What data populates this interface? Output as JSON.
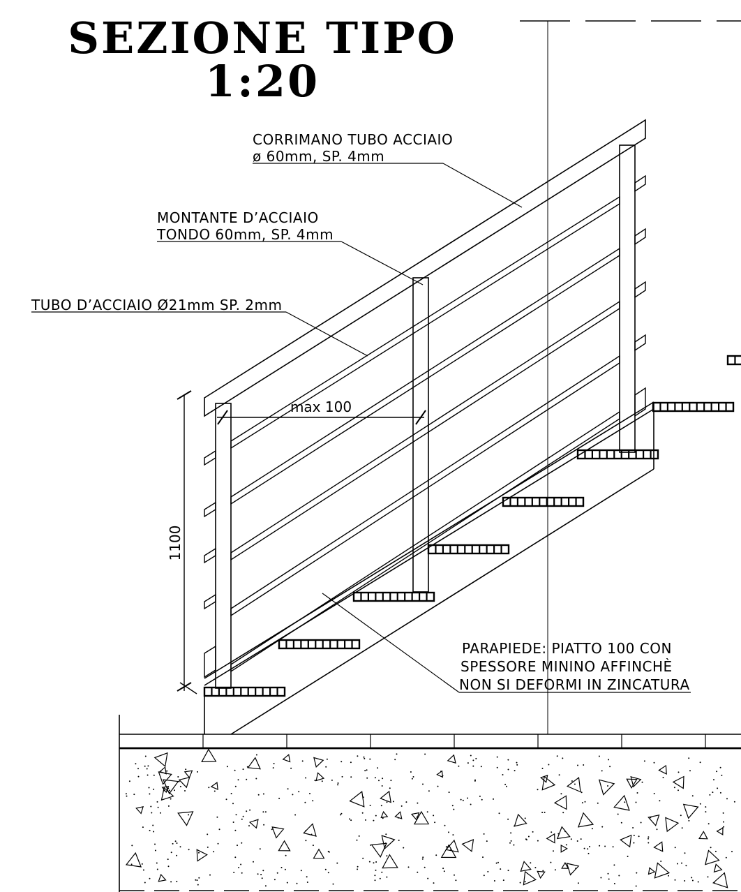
{
  "title": {
    "line1": "SEZIONE  TIPO",
    "line2": "1:20"
  },
  "labels": {
    "handrail_line1": "CORRIMANO  TUBO  ACCIAIO",
    "handrail_line2": "ø  60mm,  SP.  4mm",
    "post_line1": "MONTANTE  D’ACCIAIO",
    "post_line2": "TONDO  60mm,  SP.  4mm",
    "bar": "TUBO  D’ACCIAIO  Ø21mm  SP.  2mm",
    "toeboard_line1": "PARAPIEDE:  PIATTO  100  CON",
    "toeboard_line2": "SPESSORE  MININO  AFFINCHÈ",
    "toeboard_line3": "NON  SI  DEFORMI  IN  ZINCATURA"
  },
  "dimensions": {
    "post_spacing": "max  100",
    "railing_height": "1100"
  },
  "colors": {
    "ink": "#000000",
    "paper": "#ffffff"
  }
}
